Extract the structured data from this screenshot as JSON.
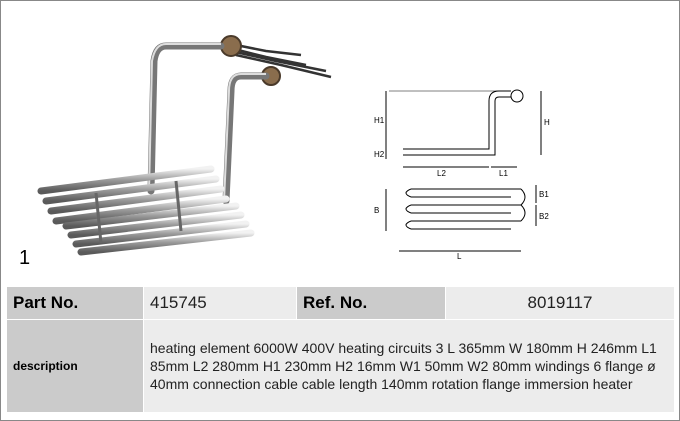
{
  "figure": {
    "number": "1"
  },
  "drawing": {
    "labels": {
      "h1": "H1",
      "h2": "H2",
      "h": "H",
      "l2": "L2",
      "l1": "L1",
      "b": "B",
      "b1": "B1",
      "b2": "B2",
      "l": "L"
    }
  },
  "specs": {
    "part_no_label": "Part No.",
    "part_no_value": "415745",
    "ref_no_label": "Ref. No.",
    "ref_no_value": "8019117",
    "description_label": "description",
    "description_value": "heating element  6000W 400V heating circuits 3 L 365mm W 180mm H 246mm L1 85mm L2 280mm H1 230mm H2 16mm W1 50mm W2 80mm windings 6 flange ø 40mm connection cable cable length 140mm rotation flange immersion heater"
  }
}
